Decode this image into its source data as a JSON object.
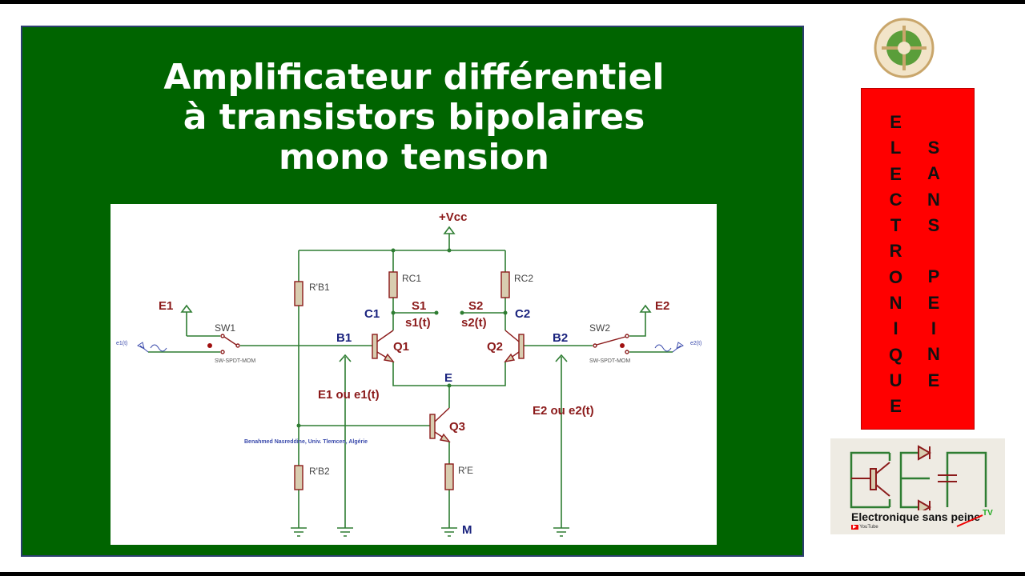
{
  "slide": {
    "title_lines": [
      "Amplificateur différentiel",
      "à transistors bipolaires",
      "mono tension"
    ]
  },
  "circuit": {
    "vcc": "+Vcc",
    "rb1": "R'B1",
    "rb2": "R'B2",
    "rc1": "RC1",
    "rc2": "RC2",
    "re": "R'E",
    "c1": "C1",
    "c2": "C2",
    "s1": "S1",
    "s2": "S2",
    "s1t": "s1(t)",
    "s2t": "s2(t)",
    "b1": "B1",
    "b2": "B2",
    "q1": "Q1",
    "q2": "Q2",
    "q3": "Q3",
    "e": "E",
    "m": "M",
    "e1": "E1",
    "e2": "E2",
    "sw1": "SW1",
    "sw2": "SW2",
    "sw1_type": "SW-SPDT-MOM",
    "sw2_type": "SW-SPDT-MOM",
    "e1t": "e1(t)",
    "e2t": "e2(t)",
    "input1": "E1 ou e1(t)",
    "input2": "E2 ou e2(t)",
    "credit": "Benahmed Nasreddine, Univ. Tlemcen, Algérie",
    "colors": {
      "wire": "#2e7d32",
      "component": "#8b1a1a",
      "node_label": "#1a237e",
      "resistor_fill": "#d8cdb0"
    }
  },
  "banner": {
    "word1": [
      "E",
      "L",
      "E",
      "C",
      "T",
      "R",
      "O",
      "N",
      "I",
      "Q",
      "U",
      "E"
    ],
    "word2": [
      "S",
      "A",
      "N",
      "S",
      "",
      "P",
      "E",
      "I",
      "N",
      "E"
    ]
  },
  "logo": {
    "text": "Electronique sans peine",
    "tv": "TV",
    "platform": "YouTube"
  },
  "colors": {
    "slide_bg": "#006400",
    "banner_bg": "#ff0000"
  }
}
